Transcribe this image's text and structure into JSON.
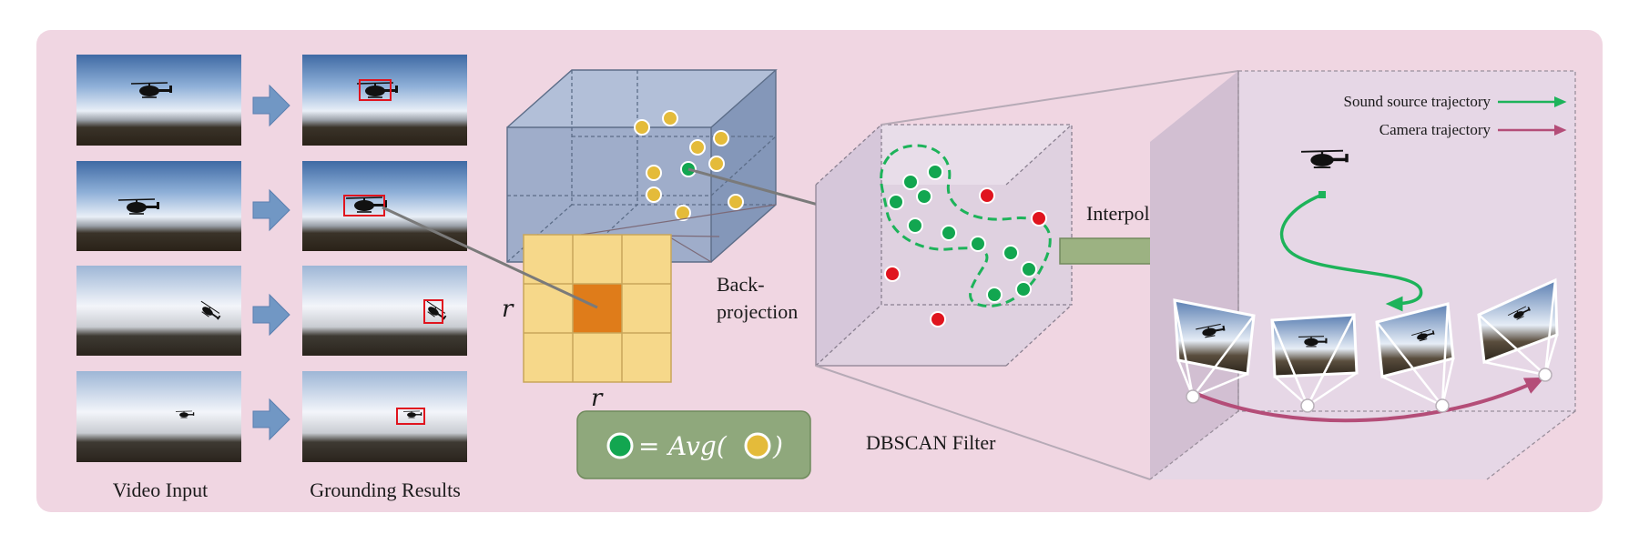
{
  "labels": {
    "video_input": "Video Input",
    "grounding_results": "Grounding Results",
    "back_projection_1": "Back-",
    "back_projection_2": "projection",
    "r_vertical": "r",
    "r_horizontal": "r",
    "dbscan_filter": "DBSCAN Filter",
    "interpolation": "Interpolation",
    "formula_eq": "=",
    "formula_fn": "Avg("
  },
  "legend": {
    "sound_source": "Sound source trajectory",
    "camera": "Camera trajectory"
  },
  "colors": {
    "panel_bg": "#f0d6e2",
    "green_point": "#12a650",
    "red_point": "#e0141e",
    "yellow_point": "#e4bb3a",
    "orange_cell": "#df7c1a",
    "grid_cell": "#f6d88a",
    "cube_blue": "#96a8c8",
    "arrow_green": "#1db35a",
    "arrow_pink": "#b44d78",
    "interp_arrow": "#9cb282",
    "formula_bg": "#8fa87c",
    "frame_arrow": "#7197c4"
  },
  "icons": [
    "helicopter-icon",
    "block-arrow-icon",
    "bounding-box-icon"
  ]
}
